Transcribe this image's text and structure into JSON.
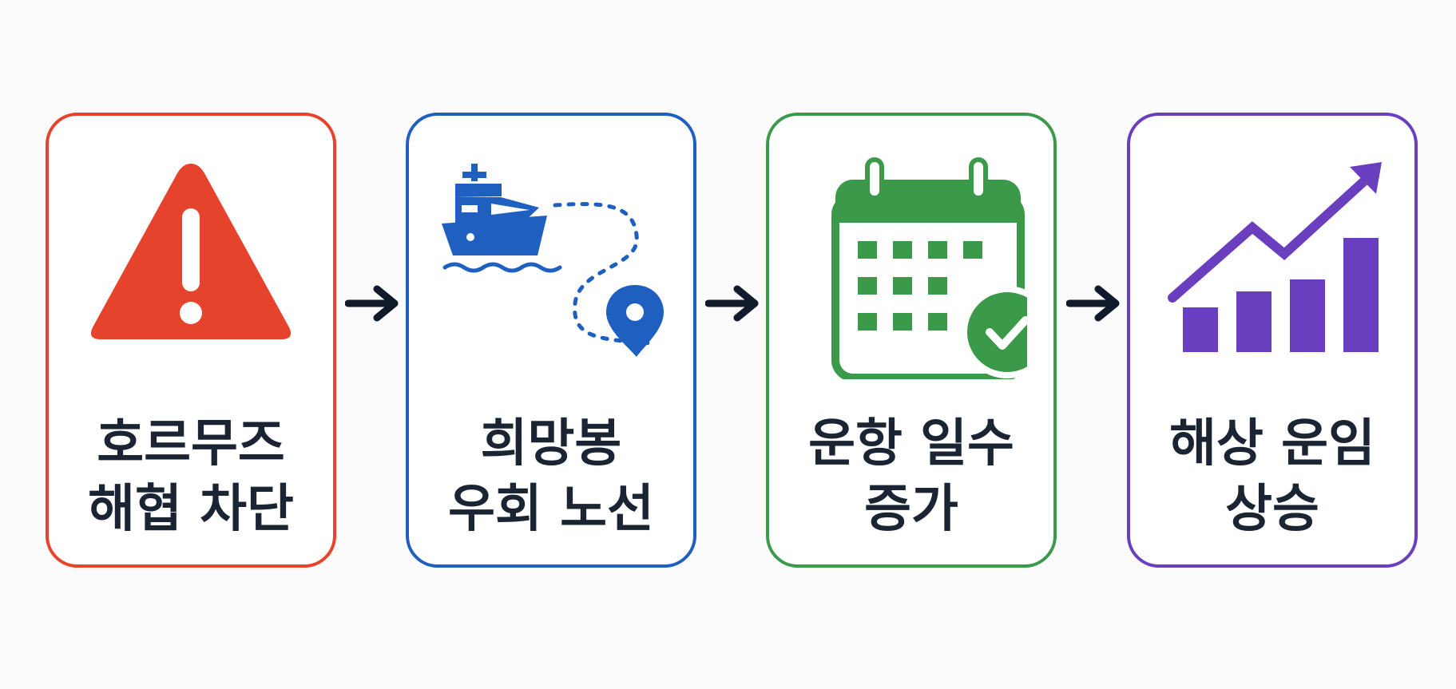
{
  "colors": {
    "red": "#e5432c",
    "blue": "#1f5fbf",
    "green": "#3a9a4a",
    "purple": "#6a3fbf",
    "text": "#1a2433",
    "arrow": "#111a2a"
  },
  "steps": [
    {
      "icon": "warning-triangle-icon",
      "line1": "호르무즈",
      "line2": "해협 차단"
    },
    {
      "icon": "ship-route-icon",
      "line1": "희망봉",
      "line2": "우회 노선"
    },
    {
      "icon": "calendar-check-icon",
      "line1": "운항 일수",
      "line2": "증가"
    },
    {
      "icon": "rising-chart-icon",
      "line1": "해상 운임",
      "line2": "상승"
    }
  ]
}
